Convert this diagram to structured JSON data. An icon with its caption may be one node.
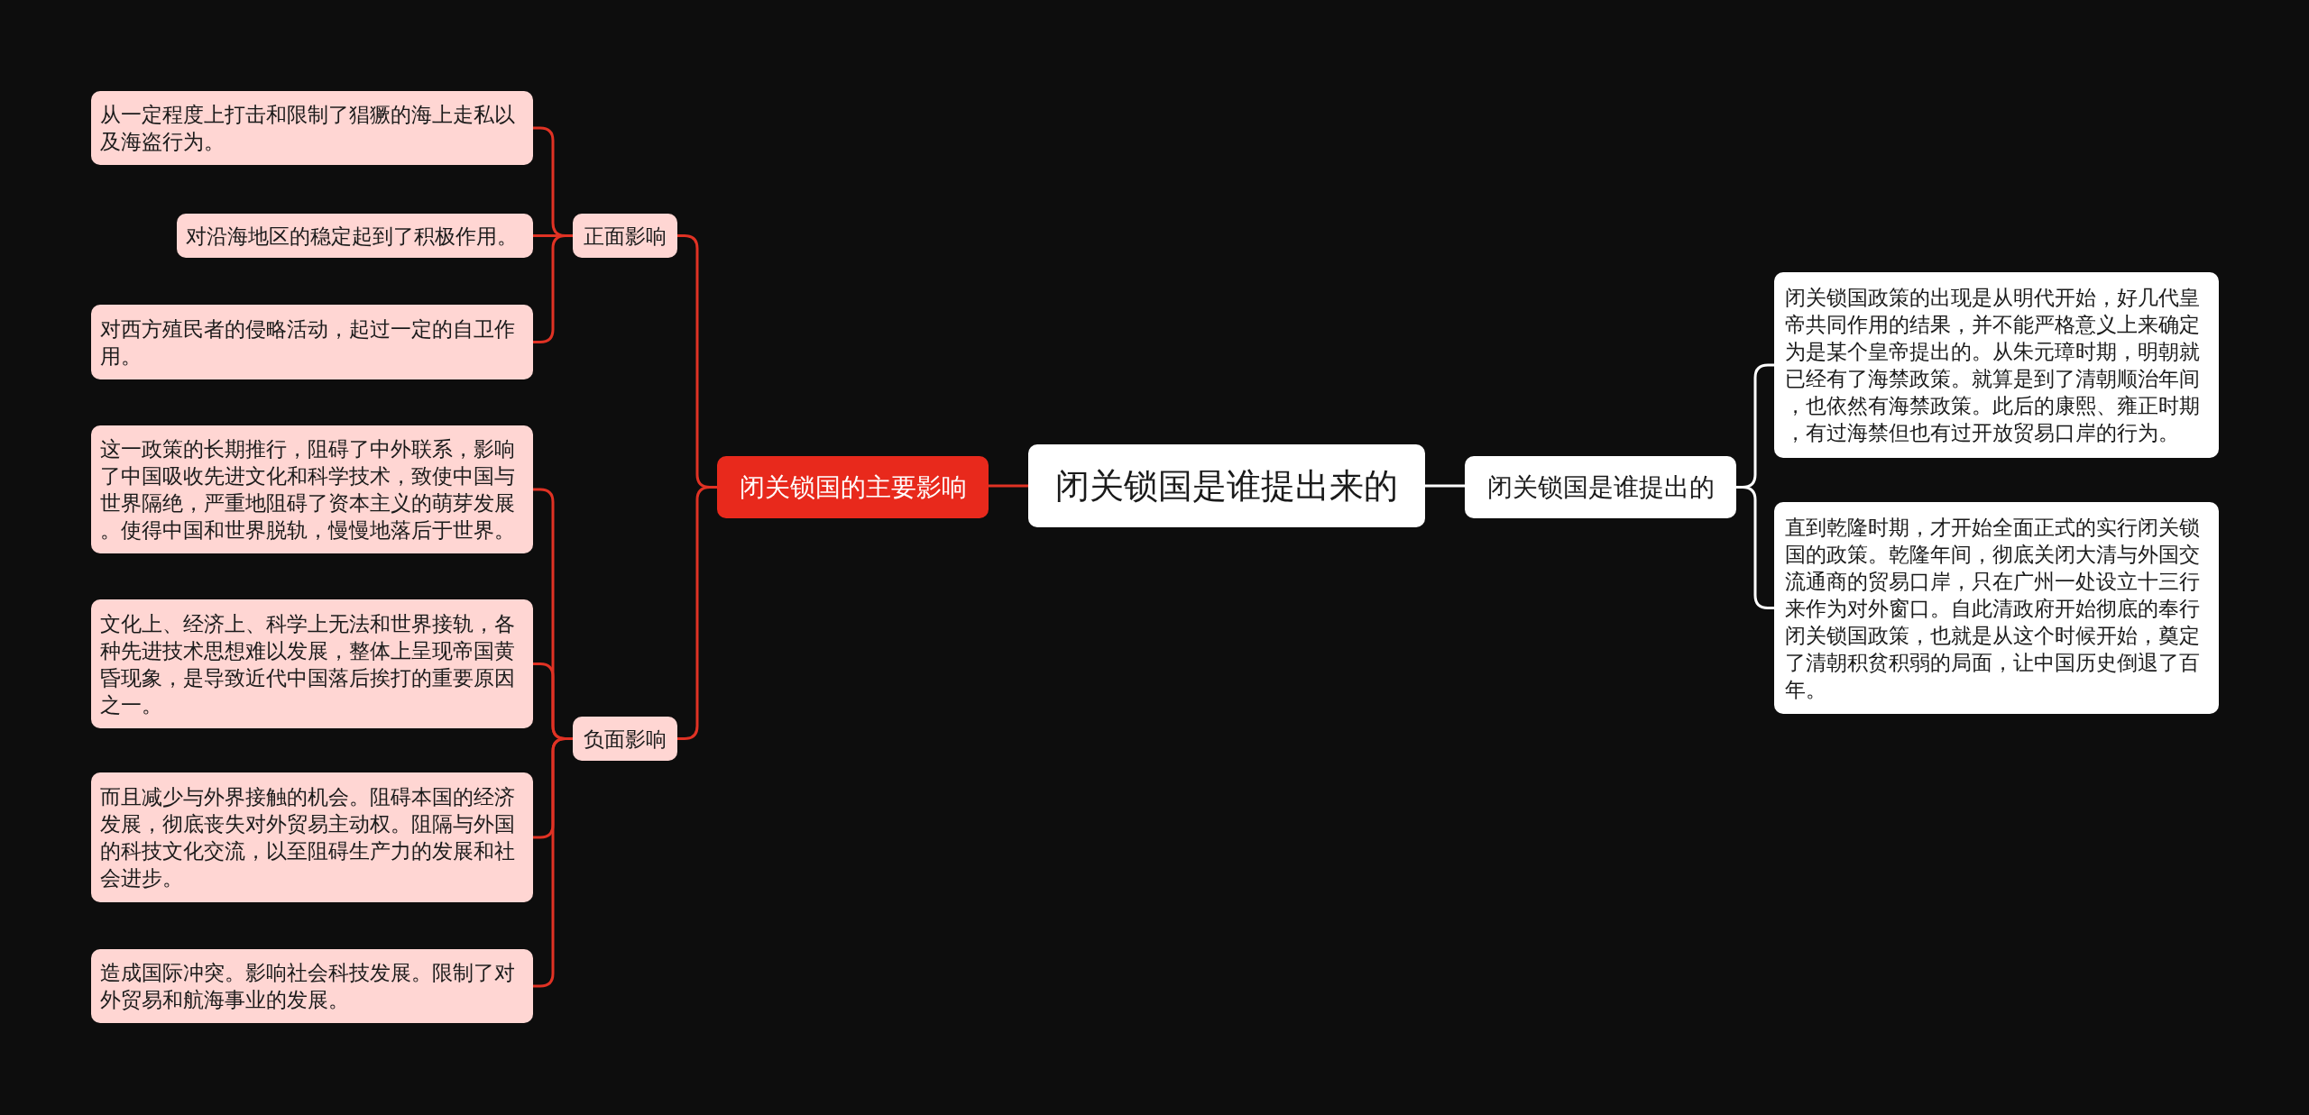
{
  "diagram": {
    "nodes": [
      {
        "text": [
          "闭关锁国是谁提出来的"
        ]
      },
      {
        "text": [
          "闭关锁国的主要影响"
        ]
      },
      {
        "text": [
          "正面影响"
        ]
      },
      {
        "text": [
          "从一定程度上打击和限制了猖獗的海上走私以及海盗行为。"
        ]
      },
      {
        "text": [
          "对沿海地区的稳定起到了积极作用。"
        ]
      },
      {
        "text": [
          "对西方殖民者的侵略活动，起过一定的自卫作用。"
        ]
      },
      {
        "text": [
          "负面影响"
        ]
      },
      {
        "text": [
          "这一政策的长期推行，阻碍了中外联系，影响了中国吸收先进文化和科学技术，致使中国与世界隔绝，严重地阻碍了资本主义的萌芽发展。使得中国和世界脱轨，慢慢地落后于世界。"
        ]
      },
      {
        "text": [
          "文化上、经济上、科学上无法和世界接轨，各种先进技术思想难以发展，整体上呈现帝国黄昏现象，是导致近代中国落后挨打的重要原因之一。"
        ]
      },
      {
        "text": [
          "而且减少与外界接触的机会。阻碍本国的经济发展，彻底丧失对外贸易主动权。阻隔与外国的科技文化交流，以至阻碍生产力的发展和社会进步。"
        ]
      },
      {
        "text": [
          "造成国际冲突。影响社会科技发展。限制了对外贸易和航海事业的发展。"
        ]
      },
      {
        "text": [
          "闭关锁国是谁提出的"
        ]
      },
      {
        "text": [
          "闭关锁国政策的出现是从明代开始，好几代皇帝共同作用的结果，并不能严格意义上来确定为是某个皇帝提出的。从朱元璋时期，明朝就已经有了海禁政策。就算是到了清朝顺治年间，也依然有海禁政策。此后的康熙、雍正时期，有过海禁但也有过开放贸易口岸的行为。"
        ]
      },
      {
        "text": [
          "直到乾隆时期，才开始全面正式的实行闭关锁国的政策。乾隆年间，彻底关闭大清与外国交流通商的贸易口岸，只在广州一处设立十三行来作为对外窗口。自此清政府开始彻底的奉行闭关锁国政策，也就是从这个时候开始，奠定了清朝积贫积弱的局面，让中国历史倒退了百年。"
        ]
      }
    ],
    "edges": [
      {
        "from": 0,
        "to": 1,
        "arrow": "none"
      },
      {
        "from": 1,
        "to": 2,
        "arrow": "none"
      },
      {
        "from": 2,
        "to": 3,
        "arrow": "none"
      },
      {
        "from": 2,
        "to": 4,
        "arrow": "none"
      },
      {
        "from": 2,
        "to": 5,
        "arrow": "none"
      },
      {
        "from": 1,
        "to": 6,
        "arrow": "none"
      },
      {
        "from": 6,
        "to": 7,
        "arrow": "none"
      },
      {
        "from": 6,
        "to": 8,
        "arrow": "none"
      },
      {
        "from": 6,
        "to": 9,
        "arrow": "none"
      },
      {
        "from": 6,
        "to": 10,
        "arrow": "none"
      },
      {
        "from": 0,
        "to": 11,
        "arrow": "none",
        "color": "#ffffff"
      },
      {
        "from": 11,
        "to": 12,
        "arrow": "none",
        "color": "#ffffff"
      },
      {
        "from": 11,
        "to": 13,
        "arrow": "none",
        "color": "#ffffff"
      }
    ]
  }
}
